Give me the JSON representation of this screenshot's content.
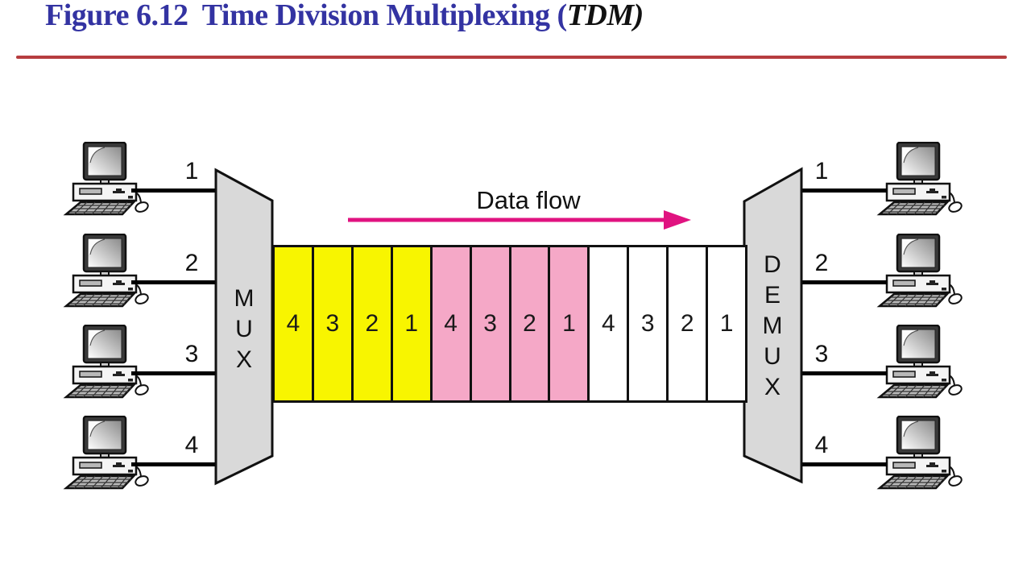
{
  "title": {
    "prefix": "Figure 6.12  Time Division Multiplexing (",
    "acronym": "TDM)"
  },
  "colors": {
    "title_blue": "#3333a2",
    "rule_red": "#b63d3f",
    "slot_yellow": "#f8f500",
    "slot_pink": "#f5a8c7",
    "slot_white": "#ffffff",
    "mux_gray": "#d9d9d9",
    "arrow_magenta": "#e01380"
  },
  "data_flow": {
    "label": "Data flow"
  },
  "mux": {
    "name": "MUX",
    "letters": [
      "M",
      "U",
      "X"
    ]
  },
  "demux": {
    "name": "DEMUX",
    "letters": [
      "D",
      "E",
      "M",
      "U",
      "X"
    ]
  },
  "left_inputs": [
    {
      "label": "1"
    },
    {
      "label": "2"
    },
    {
      "label": "3"
    },
    {
      "label": "4"
    }
  ],
  "right_outputs": [
    {
      "label": "1"
    },
    {
      "label": "2"
    },
    {
      "label": "3"
    },
    {
      "label": "4"
    }
  ],
  "channel": {
    "frames": [
      {
        "group": "yellow",
        "slots": [
          "4",
          "3",
          "2",
          "1"
        ]
      },
      {
        "group": "pink",
        "slots": [
          "4",
          "3",
          "2",
          "1"
        ]
      },
      {
        "group": "white",
        "slots": [
          "4",
          "3",
          "2",
          "1"
        ]
      }
    ]
  }
}
